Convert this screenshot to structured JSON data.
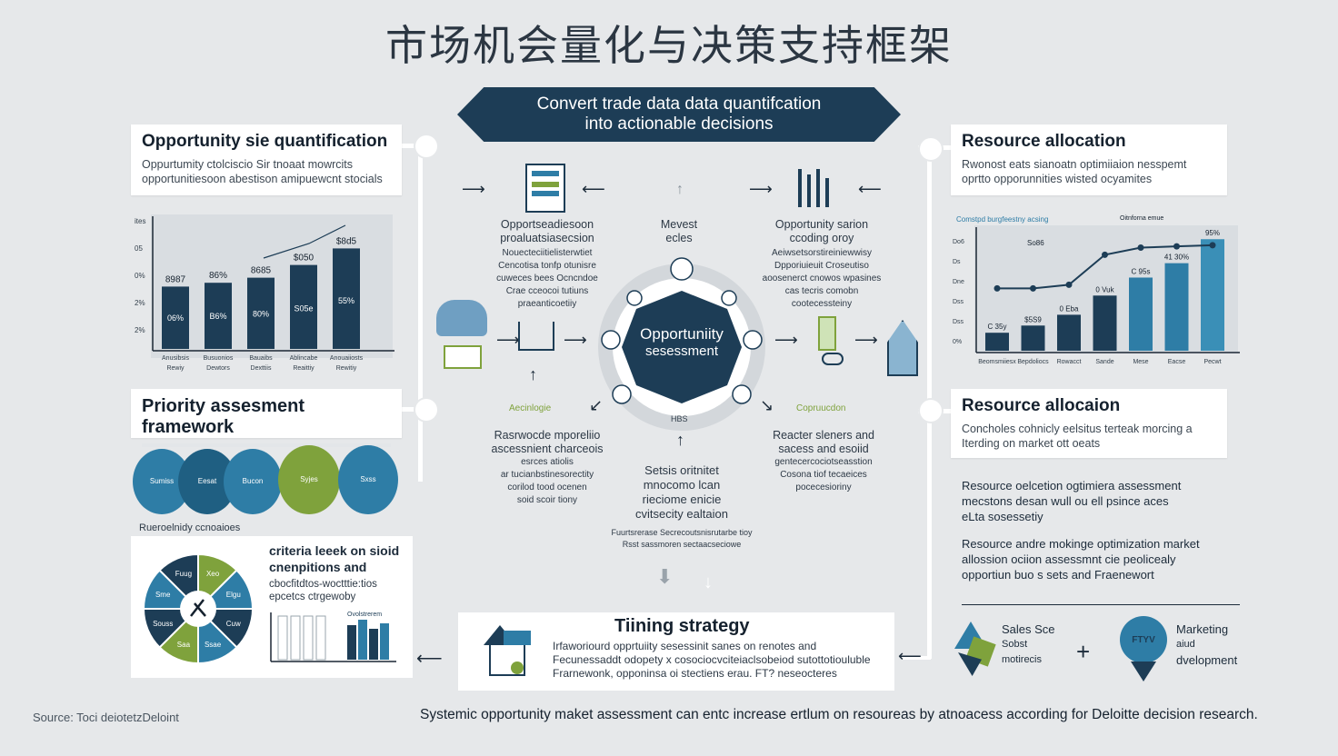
{
  "title": "市场机会量化与决策支持框架",
  "banner": {
    "line1": "Convert trade data data quantifcation",
    "line2": "into actionable decisions"
  },
  "opportunity_card": {
    "heading": "Opportunity sie quantification",
    "line1": "Oppurtumity ctolciscio Sir tnoaat mowrcits",
    "line2": "opportunitiesoon abestison amipuewcnt stocials"
  },
  "left_chart": {
    "type": "bar",
    "y_ticks": [
      "ites",
      "05",
      "0%",
      "2%",
      "2%"
    ],
    "categories": [
      "Anusibsis",
      "Busuonios",
      "Bauaibs",
      "Ablincabe",
      "Anouaiiosts"
    ],
    "categories_sub": [
      "Rewiy",
      "Dewtors",
      "Dexttiis",
      "Reaittiy",
      "Rewitiy"
    ],
    "values": [
      49,
      52,
      56,
      66,
      79
    ],
    "top_labels": [
      "8987",
      "86%",
      "8685",
      "$050",
      "$8d5"
    ],
    "inner_labels": [
      "06%",
      "B6%",
      "80%",
      "S05e",
      "55%"
    ],
    "ylim": [
      0,
      100
    ]
  },
  "priority_card": {
    "heading": "Priority assesment framework"
  },
  "blobs": {
    "items": [
      "Sumiss",
      "Eesat",
      "Bucon",
      "Syjes",
      "Sxss"
    ],
    "caption": "Rueroelnidy ccnoaioes"
  },
  "pie_card": {
    "segments": [
      "Xeo",
      "Elgu",
      "Cuw",
      "Ssae",
      "Saa",
      "Souss",
      "Sme",
      "Fuug"
    ],
    "heading_line1": "criteria leeek on sioid",
    "heading_line2": "cnenpitions and",
    "body_line1": "cbocfitdtos-woctttie:tios",
    "body_line2": "epcetcs ctrgewoby",
    "mini_label": "Ovolstrerem"
  },
  "center": {
    "hub_line1": "Opportuniity",
    "hub_line2": "sesessment",
    "ring_label": "HBS",
    "top_left_title1": "Opportseadiesoon",
    "top_left_title2": "proaluatsiasecsion",
    "top_left_body": [
      "Nouecteciitielisterwtiet",
      "Cencotisa tonfp otunisre",
      "cuweces bees Ocncndoe",
      "Crae cceocoi tutiuns",
      "praeanticoetiiy"
    ],
    "market_label1": "Mevest",
    "market_label2": "ecles",
    "top_right_title1": "Opportunity sarion",
    "top_right_title2": "ccoding oroy",
    "top_right_body": [
      "Aeiwsetsorstireiniewwisy",
      "Dpporiuieuit Croseutiso",
      "aoosenerct cnowos wpasines",
      "cas tecris comobn",
      "cootecessteiny"
    ],
    "accent_left": "Aecinlogie",
    "accent_right": "Copruucdon",
    "bottom_left_title1": "Rasrwocde mporeliio",
    "bottom_left_title2": "ascessnient charceois",
    "bottom_left_body": [
      "esrces atiolis",
      "ar tucianbstinesorectity",
      "corilod tood ocenen",
      "soid scoir tiony"
    ],
    "bottom_center": [
      "Setsis oritnitet",
      "mnocomo lcan",
      "rieciome enicie",
      "cvitsecity ealtaion"
    ],
    "bottom_center_small1": "Fuurtsrerase Secrecoutsnisrutarbe tioy",
    "bottom_center_small2": "Rsst sassmoren sectaacseciowe",
    "bottom_right_title1": "Reacter sleners and",
    "bottom_right_title2": "sacess and esoiid",
    "bottom_right_body": [
      "gentecercociotseasstion",
      "Cosona tiof tecaeices",
      "pocecesioriny"
    ]
  },
  "resource_card_top": {
    "heading": "Resource  allocation",
    "line1": "Rwonost eats sianoatn optimiiaion nesspemt",
    "line2": "oprtto opporunnities wisted ocyamites"
  },
  "right_chart": {
    "type": "bar",
    "title": "Comstpd burgfeestny acsing",
    "y_ticks": [
      "Do6",
      "Ds",
      "Dne",
      "Dss",
      "Dss",
      "0%"
    ],
    "categories": [
      "Beomsmiiesx",
      "Bepdoliocs",
      "Rowacct",
      "Sande",
      "Mese",
      "Eacse",
      "Pecwt"
    ],
    "values": [
      15,
      21,
      30,
      46,
      61,
      73,
      93
    ],
    "line_values": [
      52,
      52,
      55,
      80,
      86,
      87,
      88
    ],
    "labels": [
      "C 35y",
      "$5S9",
      "0 Eba",
      "0 Vuk",
      "C 95s",
      "41 30%",
      "95%"
    ],
    "label_top_left": "So86",
    "label_top_right": "Oitnforna emue",
    "ylim": [
      0,
      100
    ]
  },
  "resource_card_mid": {
    "heading": "Resource allocaion",
    "line1": "Concholes cohnicly eelsitus terteak morcing a",
    "line2": "Iterding on market ott oeats"
  },
  "right_texts": {
    "p1": [
      "Resource oelcetion ogtimiera assessment",
      "mecstons desan wull ou ell psince aces",
      "eLta sosessetiy"
    ],
    "p2": [
      "Resource andre mokinge optimization market",
      "allossion ociion assessmnt cie peolicealy",
      "opportiun buo s sets and Fraenewort"
    ]
  },
  "bottom_right": {
    "left_line1": "Sales Sce",
    "left_line2": "Sobst",
    "left_line3": "motirecis",
    "plus": "+",
    "right_line1": "Marketing",
    "right_line2": "aiud",
    "right_line3": "dvelopment",
    "right_icon_text": "FTYV"
  },
  "timing_card": {
    "heading": "Tiining strategy",
    "line1": "Irfaworiourd opprtuiity sesessinit sanes on renotes and",
    "line2": "Fecunessaddt odopety x cosociocvciteiaclsobeiod sutottotiouluble",
    "line3": "Frarnewonk, opponinsa oi stectiens erau. FT? neseocteres"
  },
  "footer": {
    "source": "Source: Toci deiotetzDeloint",
    "note": "Systemic opportunity maket assessment can entc increase ertlum on resoureas by atnoacess according for Deloitte decision research."
  },
  "colors": {
    "navy": "#1d3d56",
    "teal": "#2e7da6",
    "green": "#7fa23c",
    "bg": "#e6e8ea"
  }
}
